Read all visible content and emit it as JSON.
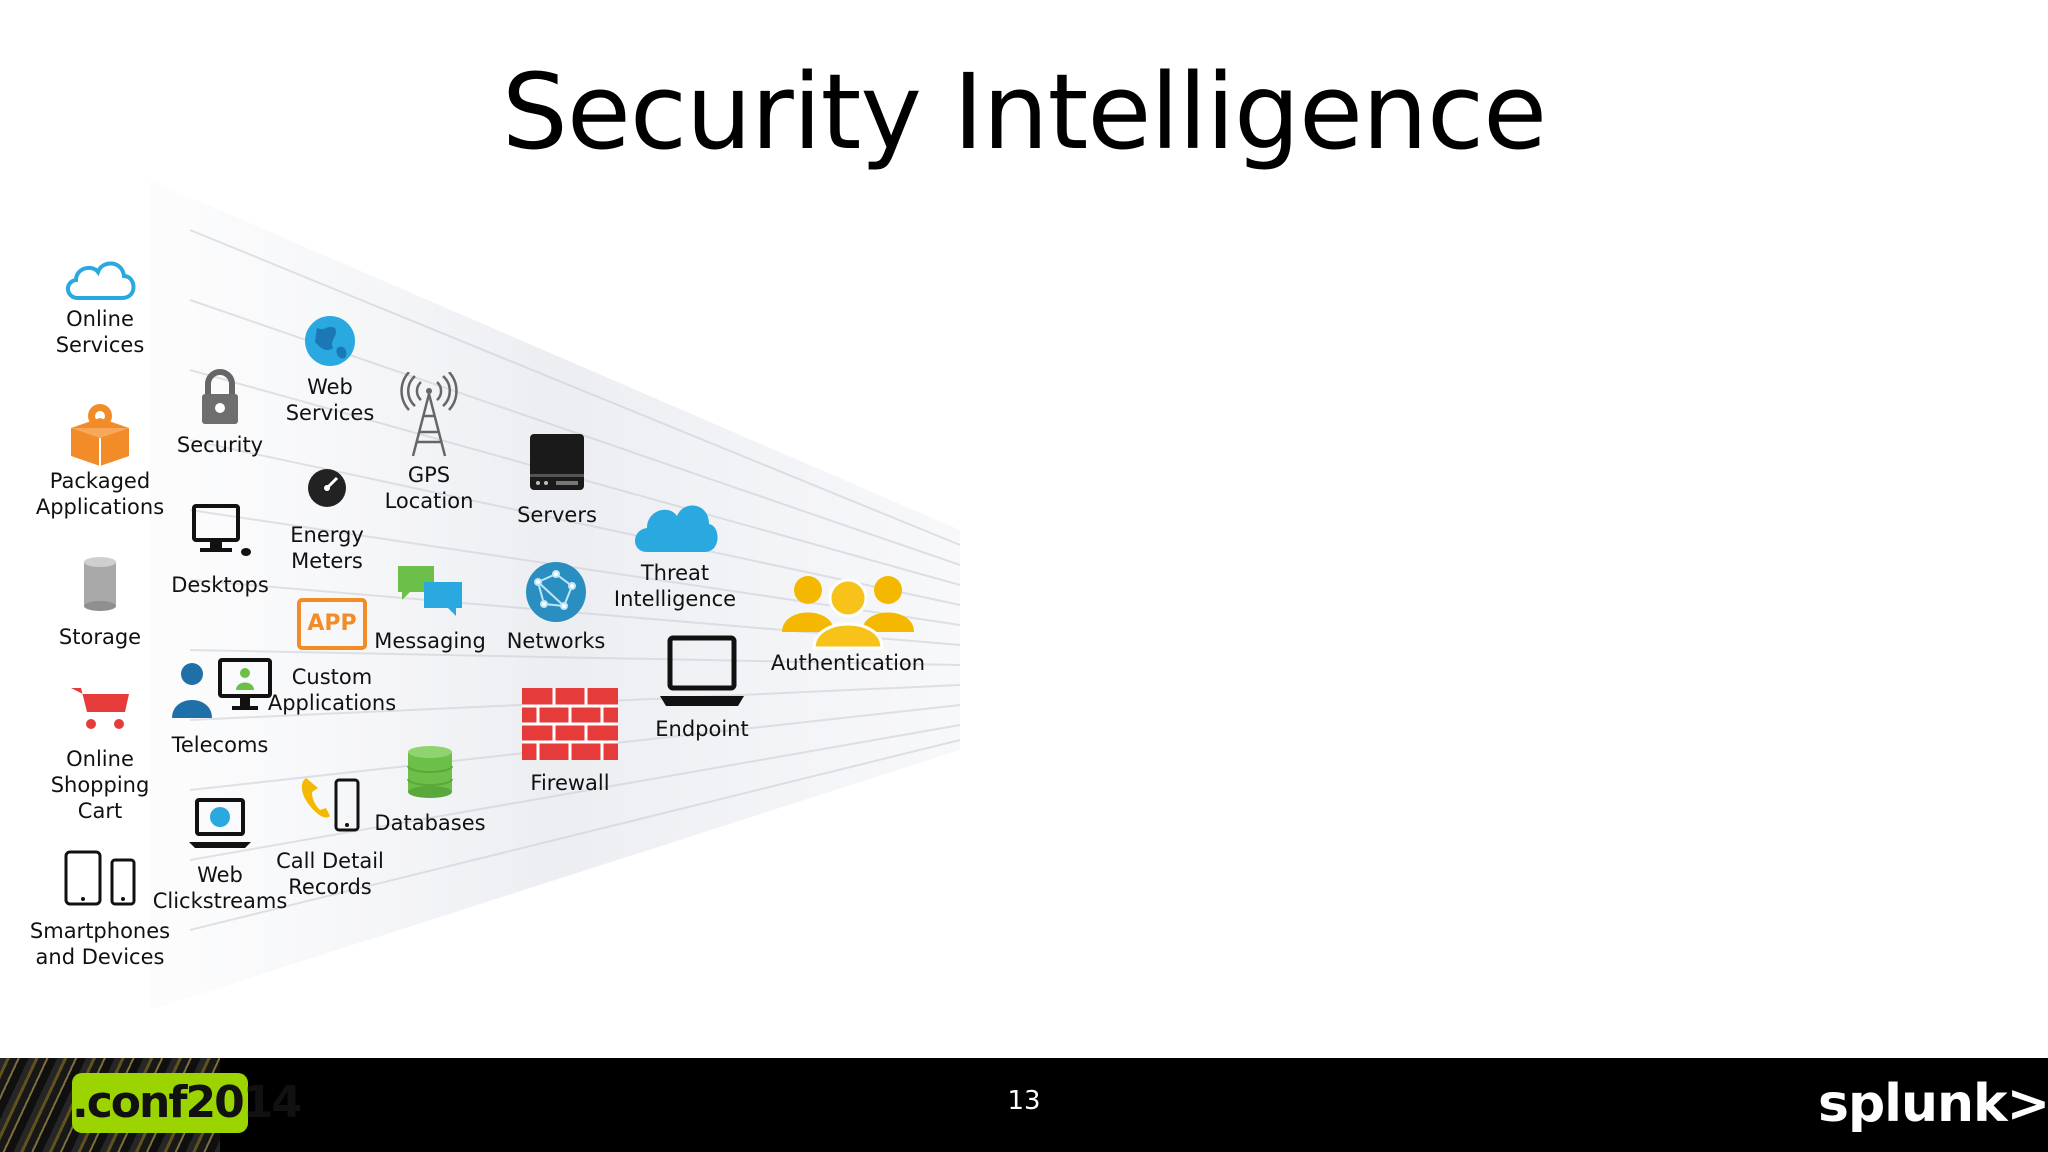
{
  "slide": {
    "title": "Security Intelligence",
    "page_number": "13"
  },
  "footer": {
    "event_badge": ".conf2014",
    "brand": "splunk>"
  },
  "sources": [
    {
      "id": "online-services",
      "label": "Online\nServices",
      "icon": "cloud-outline-icon"
    },
    {
      "id": "packaged-applications",
      "label": "Packaged\nApplications",
      "icon": "package-gear-icon"
    },
    {
      "id": "storage",
      "label": "Storage",
      "icon": "cylinder-icon"
    },
    {
      "id": "online-shopping-cart",
      "label": "Online\nShopping\nCart",
      "icon": "shopping-cart-icon"
    },
    {
      "id": "smartphones",
      "label": "Smartphones\nand Devices",
      "icon": "tablet-phone-icon"
    },
    {
      "id": "security",
      "label": "Security",
      "icon": "padlock-icon"
    },
    {
      "id": "desktops",
      "label": "Desktops",
      "icon": "desktop-icon"
    },
    {
      "id": "telecoms",
      "label": "Telecoms",
      "icon": "person-monitor-icon"
    },
    {
      "id": "web-clickstreams",
      "label": "Web\nClickstreams",
      "icon": "laptop-globe-icon"
    },
    {
      "id": "web-services",
      "label": "Web\nServices",
      "icon": "globe-icon"
    },
    {
      "id": "energy-meters",
      "label": "Energy\nMeters",
      "icon": "gauge-icon"
    },
    {
      "id": "custom-applications",
      "label": "Custom\nApplications",
      "icon": "app-icon"
    },
    {
      "id": "call-detail-records",
      "label": "Call Detail\nRecords",
      "icon": "phone-icon"
    },
    {
      "id": "gps-location",
      "label": "GPS\nLocation",
      "icon": "antenna-tower-icon"
    },
    {
      "id": "messaging",
      "label": "Messaging",
      "icon": "chat-bubbles-icon"
    },
    {
      "id": "databases",
      "label": "Databases",
      "icon": "database-icon"
    },
    {
      "id": "servers",
      "label": "Servers",
      "icon": "server-icon"
    },
    {
      "id": "networks",
      "label": "Networks",
      "icon": "network-globe-icon"
    },
    {
      "id": "firewall",
      "label": "Firewall",
      "icon": "brick-wall-icon"
    },
    {
      "id": "threat-intelligence",
      "label": "Threat\nIntelligence",
      "icon": "cloud-filled-icon"
    },
    {
      "id": "endpoint",
      "label": "Endpoint",
      "icon": "laptop-icon"
    },
    {
      "id": "authentication",
      "label": "Authentication",
      "icon": "user-group-icon"
    }
  ],
  "icon_text": {
    "app": "APP"
  },
  "colors": {
    "accent_blue": "#2aa8e0",
    "accent_orange": "#f28c28",
    "accent_red": "#e63b3b",
    "accent_green": "#6cc04a",
    "accent_yellow": "#f5b800",
    "badge_green": "#9bd400"
  }
}
